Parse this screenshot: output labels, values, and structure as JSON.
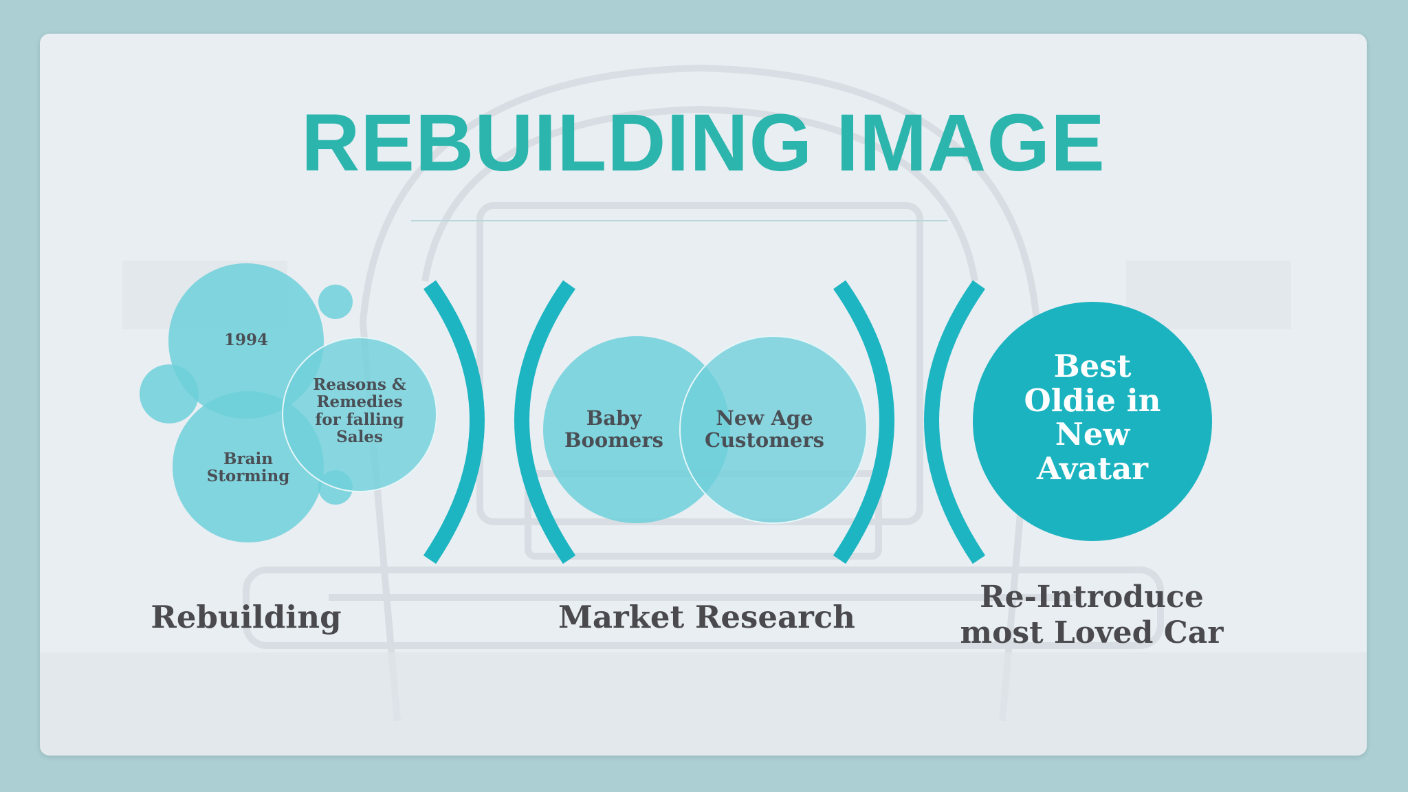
{
  "slide": {
    "title": "REBUILDING IMAGE"
  },
  "rebuilding": {
    "circles": [
      "1994",
      "Reasons &\nRemedies\nfor falling\nSales",
      "Brain\nStorming"
    ],
    "label": "Rebuilding"
  },
  "market_research": {
    "circles": [
      "Baby\nBoomers",
      "New Age\nCustomers"
    ],
    "label": "Market Research"
  },
  "reintroduce": {
    "circle": "Best\nOldie in\nNew\nAvatar",
    "label": "Re-Introduce\nmost Loved Car"
  },
  "colors": {
    "title": "#2bb5ad",
    "circle_light": "#6fd0db",
    "circle_dark": "#1bb3c0",
    "bracket": "#1db5c2",
    "text_dark": "#4a4f55"
  }
}
